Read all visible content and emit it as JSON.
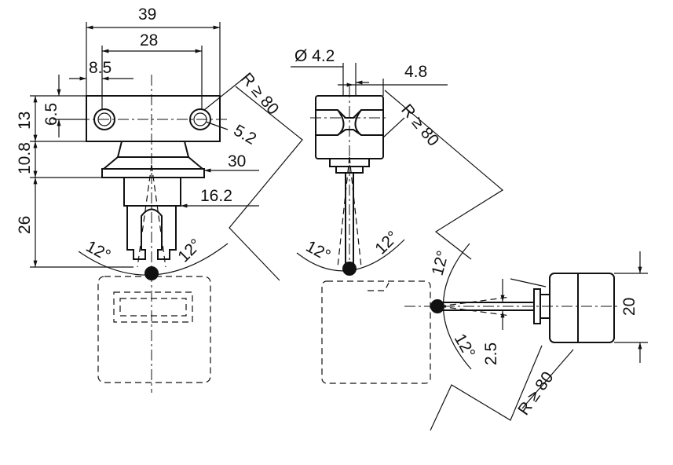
{
  "front_view": {
    "width_overall": "39",
    "hole_spacing": "28",
    "hole_offset": "8.5",
    "hole_height": "6.5",
    "head_height": "13",
    "flange_offset": "10.8",
    "lever_length": "26",
    "radius": "R ≥ 80",
    "hole_diameter": "5.2",
    "flange_width": "30",
    "lever_width": "16.2",
    "angle_left": "12°",
    "angle_right": "12°"
  },
  "side_view": {
    "rod_diameter": "Ø 4.2",
    "offset": "4.8",
    "radius": "R ≥ 80",
    "angle_left": "12°",
    "angle_right": "12°"
  },
  "horizontal_view": {
    "angle_top": "12°",
    "angle_bottom": "12°",
    "offset": "2.5",
    "height": "20",
    "radius": "R ≥ 80"
  }
}
